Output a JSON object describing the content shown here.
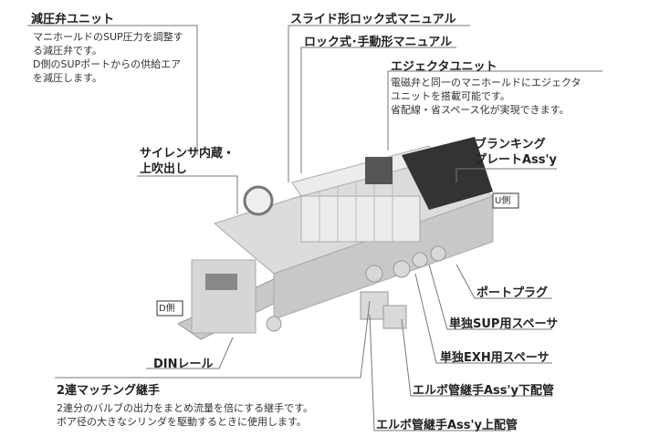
{
  "callouts": {
    "regulator": {
      "title": "減圧弁ユニット",
      "desc": [
        "マニホールドのSUP圧力を調整す",
        "る減圧弁です。",
        "D側のSUPポートからの供給エア",
        "を減圧します。"
      ]
    },
    "slide_lock": {
      "title": "スライド形ロック式マニュアル"
    },
    "lock_manual": {
      "title": "ロック式･手動形マニュアル"
    },
    "ejector": {
      "title": "エジェクタユニット",
      "desc": [
        "電磁弁と同一のマニホールドにエジェクタ",
        "ユニットを搭載可能です。",
        "省配線・省スペース化が実現できます。"
      ]
    },
    "silencer": {
      "title": [
        "サイレンサ内蔵・",
        "上吹出し"
      ]
    },
    "blanking": {
      "title": [
        "ブランキング",
        "プレートAss'y"
      ]
    },
    "port_plug": {
      "title": "ポートプラグ"
    },
    "sup_spacer": {
      "title": "単独SUP用スペーサ"
    },
    "exh_spacer": {
      "title": "単独EXH用スペーサ"
    },
    "din_rail": {
      "title": "DINレール"
    },
    "dual_fitting": {
      "title": "2連マッチング継手",
      "desc": [
        "2連分のバルブの出力をまとめ流量を倍にする継手です。",
        "ボア径の大きなシリンダを駆動するときに使用します。"
      ]
    },
    "elbow_down": {
      "title": "エルボ管継手Ass'y下配管"
    },
    "elbow_up": {
      "title": "エルボ管継手Ass'y上配管"
    }
  },
  "side_labels": {
    "u": "U側",
    "d": "D側"
  }
}
